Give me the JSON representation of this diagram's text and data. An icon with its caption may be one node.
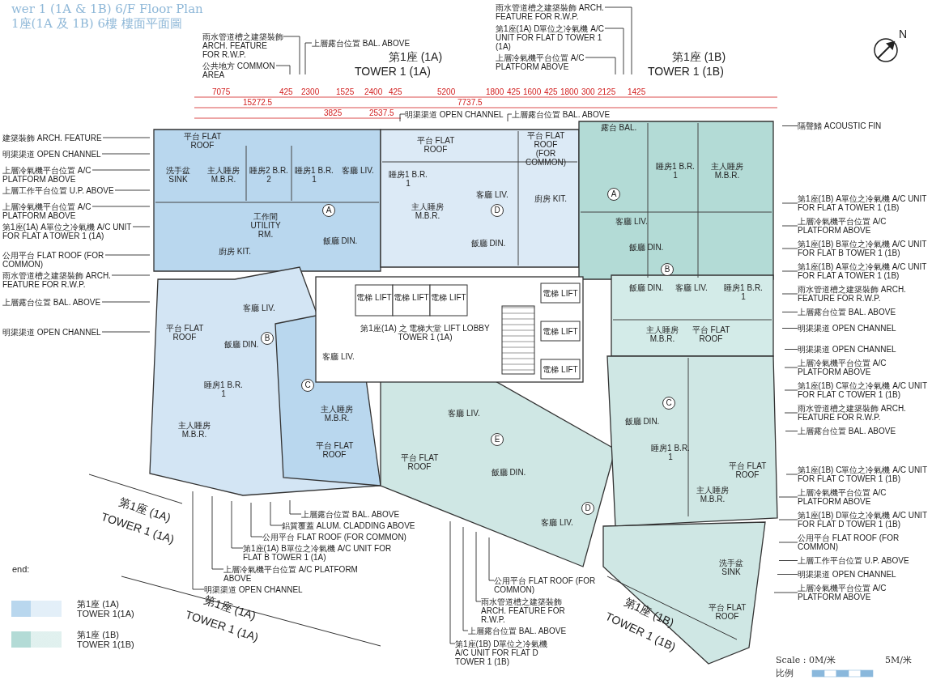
{
  "diagram": {
    "title": "wer 1 (1A & 1B) 6/F Floor Plan",
    "nodes": [
      {
        "text": [
          "建築裝飾 ARCH. FEATURE"
        ]
      },
      {
        "text": [
          "明渠渠道 OPEN CHANNEL"
        ]
      },
      {
        "text": [
          "上層冷氣機平台位置 A/C PLATFORM ABOVE"
        ]
      },
      {
        "text": [
          "上層工作平台位置 U.P. ABOVE"
        ]
      },
      {
        "text": [
          "上層冷氣機平台位置 A/C PLATFORM ABOVE"
        ]
      },
      {
        "text": [
          "第1座(1A) A單位之冷氣機 A/C UNIT FOR FLAT A TOWER 1 (1A)"
        ]
      },
      {
        "text": [
          "公用平台 FLAT ROOF (FOR COMMON)"
        ]
      },
      {
        "text": [
          "雨水管道槽之建築裝飾 ARCH. FEATURE FOR R.W.P."
        ]
      },
      {
        "text": [
          "上層露台位置 BAL. ABOVE"
        ]
      },
      {
        "text": [
          "明渠渠道 OPEN CHANNEL"
        ]
      },
      {
        "text": [
          "雨水管道槽之建築裝飾 ARCH. FEATURE FOR R.W.P."
        ]
      },
      {
        "text": [
          "公共地方 COMMON AREA"
        ]
      },
      {
        "text": [
          "上層露台位置 BAL. ABOVE"
        ]
      },
      {
        "text": [
          "明渠渠道 OPEN CHANNEL"
        ]
      },
      {
        "text": [
          "上層露台位置 BAL. ABOVE"
        ]
      },
      {
        "text": [
          "雨水管道槽之建築裝飾 ARCH. FEATURE FOR R.W.P."
        ]
      },
      {
        "text": [
          "第1座(1A) D單位之冷氣機 A/C UNIT FOR FLAT D TOWER 1 (1A)"
        ]
      },
      {
        "text": [
          "上層冷氣機平台位置 A/C PLATFORM ABOVE"
        ]
      },
      {
        "text": [
          "隔聲鰭 ACOUSTIC FIN"
        ]
      },
      {
        "text": [
          "第1座(1B) A單位之冷氣機 A/C UNIT FOR FLAT A TOWER 1 (1B)"
        ]
      },
      {
        "text": [
          "上層冷氣機平台位置 A/C PLATFORM ABOVE"
        ]
      },
      {
        "text": [
          "第1座(1B) B單位之冷氣機 A/C UNIT FOR FLAT B TOWER 1 (1B)"
        ]
      },
      {
        "text": [
          "第1座(1B) A單位之冷氣機 A/C UNIT FOR FLAT A TOWER 1 (1B)"
        ]
      },
      {
        "text": [
          "雨水管道槽之建築裝飾 ARCH. FEATURE FOR R.W.P."
        ]
      },
      {
        "text": [
          "上層露台位置 BAL. ABOVE"
        ]
      },
      {
        "text": [
          "明渠渠道 OPEN CHANNEL"
        ]
      },
      {
        "text": [
          "明渠渠道 OPEN CHANNEL"
        ]
      },
      {
        "text": [
          "上層冷氣機平台位置 A/C PLATFORM ABOVE"
        ]
      },
      {
        "text": [
          "第1座(1B) C單位之冷氣機 A/C UNIT FOR FLAT C TOWER 1 (1B)"
        ]
      },
      {
        "text": [
          "雨水管道槽之建築裝飾 ARCH. FEATURE FOR R.W.P."
        ]
      },
      {
        "text": [
          "上層露台位置 BAL. ABOVE"
        ]
      },
      {
        "text": [
          "第1座(1B) C單位之冷氣機 A/C UNIT FOR FLAT C TOWER 1 (1B)"
        ]
      },
      {
        "text": [
          "上層冷氣機平台位置 A/C PLATFORM ABOVE"
        ]
      },
      {
        "text": [
          "第1座(1B) D單位之冷氣機 A/C UNIT FOR FLAT D TOWER 1 (1B)"
        ]
      },
      {
        "text": [
          "公用平台 FLAT ROOF (FOR COMMON)"
        ]
      },
      {
        "text": [
          "上層工作平台位置 U.P. ABOVE"
        ]
      },
      {
        "text": [
          "明渠渠道 OPEN CHANNEL"
        ]
      },
      {
        "text": [
          "上層冷氣機平台位置 A/C PLATFORM ABOVE"
        ]
      },
      {
        "text": [
          "上層露台位置 BAL. ABOVE"
        ]
      },
      {
        "text": [
          "鋁質覆蓋 ALUM. CLADDING ABOVE"
        ]
      },
      {
        "text": [
          "公用平台 FLAT ROOF (FOR COMMON)"
        ]
      },
      {
        "text": [
          "第1座(1A) B單位之冷氣機 A/C UNIT FOR FLAT B TOWER 1 (1A)"
        ]
      },
      {
        "text": [
          "上層冷氣機平台位置 A/C PLATFORM ABOVE"
        ]
      },
      {
        "text": [
          "明渠渠道 OPEN CHANNEL"
        ]
      },
      {
        "text": [
          "公用平台 FLAT ROOF (FOR COMMON)"
        ]
      },
      {
        "text": [
          "雨水管道槽之建築裝飾 ARCH. FEATURE FOR R.W.P."
        ]
      },
      {
        "text": [
          "上層露台位置 BAL. ABOVE"
        ]
      },
      {
        "text": [
          "第1座(1B) D單位之冷氣機 A/C UNIT FOR FLAT D TOWER 1 (1B)"
        ]
      }
    ],
    "edges": [
      {
        "from": 0,
        "to": null,
        "arrow": "none"
      },
      {
        "from": 1,
        "to": null,
        "arrow": "none"
      },
      {
        "from": 2,
        "to": null,
        "arrow": "none"
      },
      {
        "from": 3,
        "to": null,
        "arrow": "none"
      },
      {
        "from": 4,
        "to": null,
        "arrow": "none"
      },
      {
        "from": 5,
        "to": null,
        "arrow": "none"
      },
      {
        "from": 6,
        "to": null,
        "arrow": "none"
      },
      {
        "from": 7,
        "to": null,
        "arrow": "none"
      },
      {
        "from": 8,
        "to": null,
        "arrow": "none"
      },
      {
        "from": 9,
        "to": null,
        "arrow": "none"
      },
      {
        "from": 10,
        "to": null,
        "arrow": "none"
      },
      {
        "from": 11,
        "to": null,
        "arrow": "none"
      },
      {
        "from": 12,
        "to": null,
        "arrow": "none"
      },
      {
        "from": 13,
        "to": null,
        "arrow": "none"
      },
      {
        "from": 14,
        "to": null,
        "arrow": "none"
      },
      {
        "from": 15,
        "to": null,
        "arrow": "none"
      },
      {
        "from": 16,
        "to": null,
        "arrow": "none"
      },
      {
        "from": 17,
        "to": null,
        "arrow": "none"
      },
      {
        "from": 18,
        "to": null,
        "arrow": "none"
      },
      {
        "from": 19,
        "to": null,
        "arrow": "none"
      },
      {
        "from": 20,
        "to": null,
        "arrow": "none"
      },
      {
        "from": 21,
        "to": null,
        "arrow": "none"
      },
      {
        "from": 22,
        "to": null,
        "arrow": "none"
      },
      {
        "from": 23,
        "to": null,
        "arrow": "none"
      },
      {
        "from": 24,
        "to": null,
        "arrow": "none"
      },
      {
        "from": 25,
        "to": null,
        "arrow": "none"
      },
      {
        "from": 26,
        "to": null,
        "arrow": "none"
      },
      {
        "from": 27,
        "to": null,
        "arrow": "none"
      },
      {
        "from": 28,
        "to": null,
        "arrow": "none"
      },
      {
        "from": 29,
        "to": null,
        "arrow": "none"
      },
      {
        "from": 30,
        "to": null,
        "arrow": "none"
      },
      {
        "from": 31,
        "to": null,
        "arrow": "none"
      },
      {
        "from": 32,
        "to": null,
        "arrow": "none"
      },
      {
        "from": 33,
        "to": null,
        "arrow": "none"
      },
      {
        "from": 34,
        "to": null,
        "arrow": "none"
      },
      {
        "from": 35,
        "to": null,
        "arrow": "none"
      },
      {
        "from": 36,
        "to": null,
        "arrow": "none"
      },
      {
        "from": 37,
        "to": null,
        "arrow": "none"
      },
      {
        "from": 38,
        "to": null,
        "arrow": "none"
      },
      {
        "from": 39,
        "to": null,
        "arrow": "none"
      },
      {
        "from": 40,
        "to": null,
        "arrow": "none"
      },
      {
        "from": 41,
        "to": null,
        "arrow": "none"
      },
      {
        "from": 42,
        "to": null,
        "arrow": "none"
      },
      {
        "from": 43,
        "to": null,
        "arrow": "none"
      },
      {
        "from": 44,
        "to": null,
        "arrow": "none"
      },
      {
        "from": 45,
        "to": null,
        "arrow": "none"
      },
      {
        "from": 46,
        "to": null,
        "arrow": "none"
      },
      {
        "from": 47,
        "to": null,
        "arrow": "none"
      }
    ],
    "labels": [
      "1座(1A 及 1B) 6樓 樓面平面圖",
      "第1座 (1A)",
      "TOWER 1 (1A)",
      "第1座 (1B)",
      "TOWER 1 (1B)",
      "7075",
      "425",
      "2300",
      "1525",
      "2400",
      "425",
      "5200",
      "1800",
      "425",
      "1600",
      "425",
      "1800",
      "300",
      "2125",
      "1425",
      "15272.5",
      "7737.5",
      "3825",
      "2537.5",
      "平台 FLAT ROOF",
      "洗手盆 SINK",
      "主人睡房 M.B.R.",
      "睡房2 B.R. 2",
      "睡房1 B.R. 1",
      "客廳 LIV.",
      "工作間 UTILITY RM.",
      "廚房 KIT.",
      "飯廳 DIN.",
      "平台 FLAT ROOF",
      "睡房1 B.R. 1",
      "主人睡房 M.B.R.",
      "客廳 LIV.",
      "飯廳 DIN.",
      "平台 FLAT ROOF (FOR COMMON)",
      "廚房 KIT.",
      "露台 BAL.",
      "客廳 LIV.",
      "睡房1 B.R. 1",
      "主人睡房 M.B.R.",
      "飯廳 DIN.",
      "第1座(1A) 之 電梯大堂 LIFT LOBBY TOWER 1 (1A)",
      "飯廳 DIN.",
      "客廳 LIV.",
      "睡房1 B.R. 1",
      "主人睡房 M.B.R.",
      "平台 FLAT ROOF",
      "電梯 LIFT",
      "電梯 LIFT",
      "電梯 LIFT",
      "電梯 LIFT",
      "電梯 LIFT",
      "電梯 LIFT",
      "平台 FLAT ROOF",
      "客廳 LIV.",
      "飯廳 DIN.",
      "睡房1 B.R. 1",
      "主人睡房 M.B.R.",
      "客廳 LIV.",
      "主人睡房 M.B.R.",
      "平台 FLAT ROOF",
      "平台 FLAT ROOF",
      "客廳 LIV.",
      "飯廳 DIN.",
      "飯廳 DIN.",
      "睡房1 B.R. 1",
      "客廳 LIV.",
      "主人睡房 M.B.R.",
      "平台 FLAT ROOF",
      "洗手盆 SINK",
      "平台 FLAT ROOF",
      "A",
      "D",
      "A",
      "B",
      "B",
      "C",
      "E",
      "C",
      "D",
      "第1座 (1A)",
      "TOWER 1 (1A)",
      "第1座 (1A)",
      "TOWER 1 (1A)",
      "第1座 (1B)",
      "TOWER 1 (1B)",
      "end:",
      "Scale : 0M/米",
      "5M/米",
      "比例",
      "N"
    ],
    "legend": [
      {
        "text": "第1座 (1A) TOWER 1(1A)",
        "color": "#b9d7ee"
      },
      {
        "text": "第1座 (1B) TOWER 1(1B)",
        "color": "#b3dbd6"
      }
    ]
  }
}
